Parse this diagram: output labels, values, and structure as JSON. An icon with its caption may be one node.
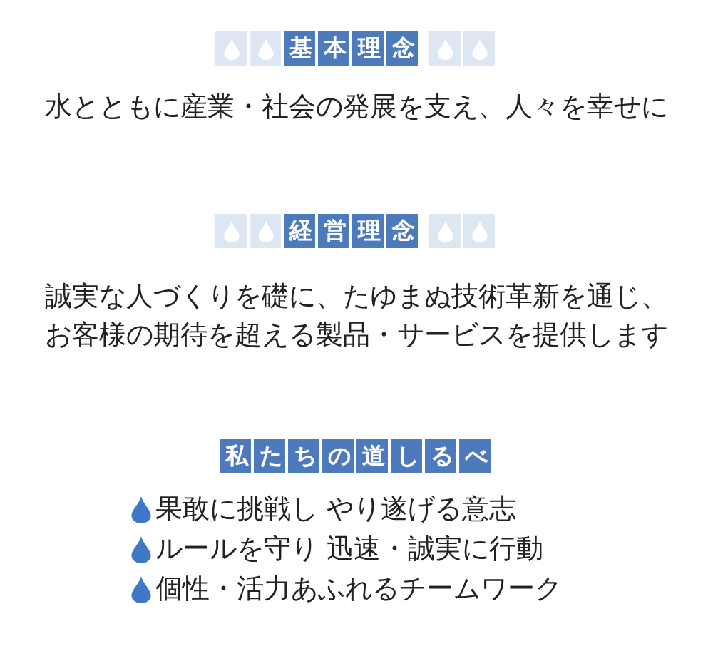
{
  "diagram": {
    "labels": [
      "基本理念",
      "水とともに産業・社会の発展を支え、人々を幸せに",
      "経営理念",
      "誠実な人づくりを礎に、たゆまぬ技術革新を通じ、お客様の期待を超える製品・サービスを提供します",
      "私たちの道しるべ",
      "果敢に挑戦し やり遂げる意志",
      "ルールを守り 迅速・誠実に行動",
      "個性・活力あふれるチームワーク"
    ]
  }
}
